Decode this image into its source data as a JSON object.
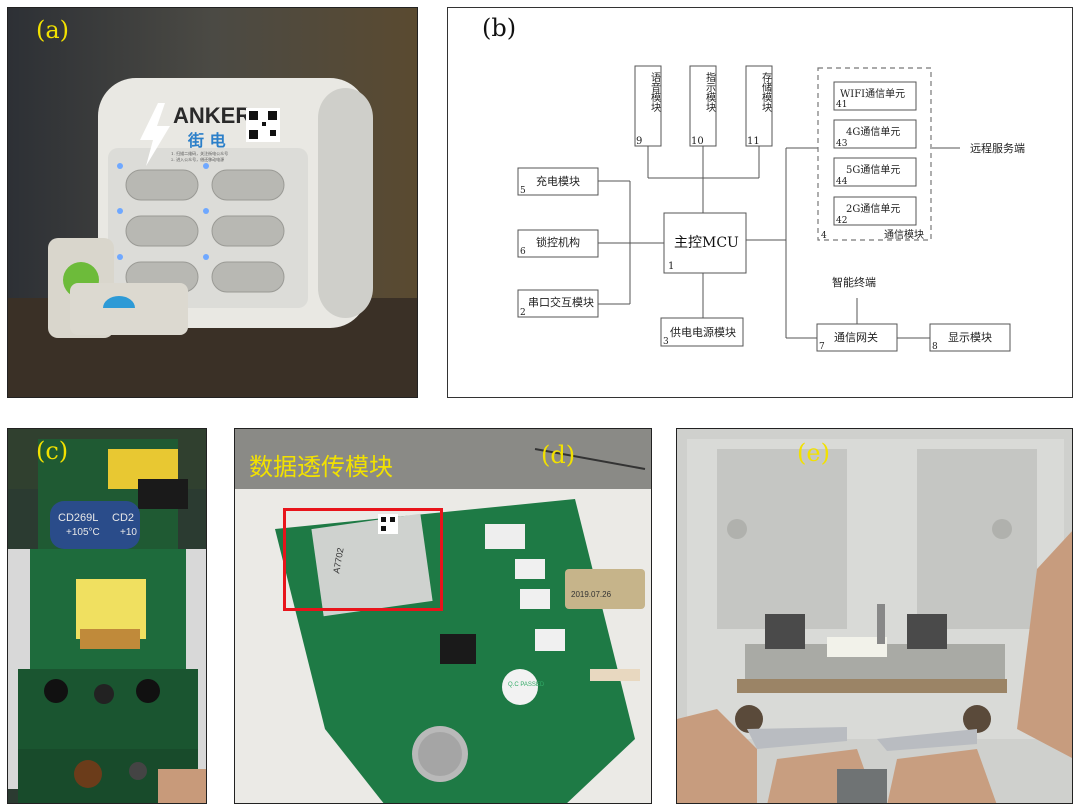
{
  "panels": {
    "a": {
      "label": "(a)",
      "brand": "ANKER",
      "brand_cn": "街 电",
      "qr_text1": "1. 扫描二维码，关注街电公众号",
      "qr_text2": "2. 进入公众号，借还移动电源"
    },
    "b": {
      "label": "(b)"
    },
    "c": {
      "label": "(c)",
      "cap_text1": "CD269L",
      "cap_text2": "+105°C",
      "cap_text3": "CD2",
      "cap_text4": "+10"
    },
    "d": {
      "label": "(d)",
      "annotation": "数据透传模块",
      "chip_text": "A7702",
      "sticker_text": "Q.C PASSED",
      "battery_text": "2019.07.26"
    },
    "e": {
      "label": "(e)"
    }
  },
  "diagram": {
    "mcu": {
      "label": "主控MCU",
      "num": "1"
    },
    "left_modules": [
      {
        "label": "充电模块",
        "num": "5"
      },
      {
        "label": "锁控机构",
        "num": "6"
      },
      {
        "label": "串口交互模块",
        "num": "2"
      }
    ],
    "top_modules": [
      {
        "label": "语音模块",
        "num": "9"
      },
      {
        "label": "指示模块",
        "num": "10"
      },
      {
        "label": "存储模块",
        "num": "11"
      }
    ],
    "power": {
      "label": "供电电源模块",
      "num": "3"
    },
    "comm_units": [
      {
        "label": "WIFI通信单元",
        "num": "41"
      },
      {
        "label": "4G通信单元",
        "num": "43"
      },
      {
        "label": "5G通信单元",
        "num": "44"
      },
      {
        "label": "2G通信单元",
        "num": "42"
      }
    ],
    "comm_group": {
      "label": "通信模块",
      "num": "4"
    },
    "remote": "远程服务端",
    "smart_terminal": "智能终端",
    "gateway": {
      "label": "通信网关",
      "num": "7"
    },
    "display": {
      "label": "显示模块",
      "num": "8"
    }
  }
}
